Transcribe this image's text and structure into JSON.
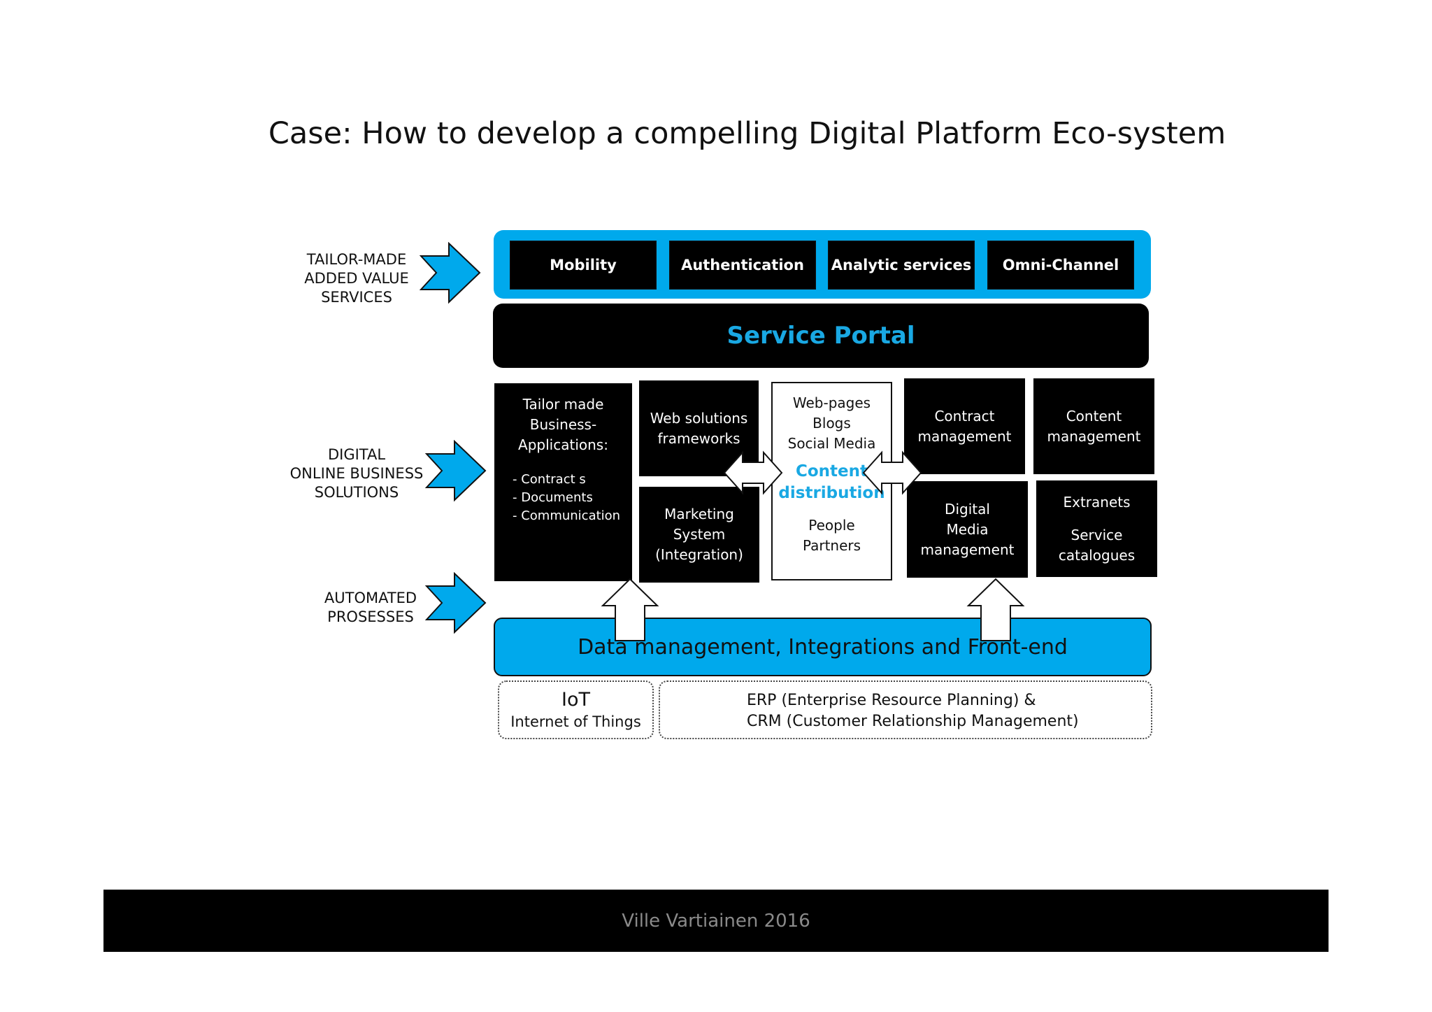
{
  "title": "Case: How to develop a compelling Digital Platform Eco-system",
  "side_labels": {
    "tailor_made": "TAILOR-MADE\nADDED VALUE\nSERVICES",
    "digital_online": "DIGITAL\nONLINE BUSINESS\nSOLUTIONS",
    "automated": "AUTOMATED\nPROSESSES"
  },
  "services": [
    "Mobility",
    "Authentication",
    "Analytic services",
    "Omni-Channel"
  ],
  "service_portal": "Service Portal",
  "blocks": {
    "tailor_made_apps_title": "Tailor made\nBusiness-\nApplications:",
    "tailor_made_apps_items": "- Contract s\n- Documents\n- Communication",
    "web_solutions": "Web solutions\nframeworks",
    "marketing_system": "Marketing\nSystem\n(Integration)",
    "content_top": "Web-pages\nBlogs\nSocial Media",
    "content_distribution": "Content\ndistribution",
    "content_bottom": "People\nPartners",
    "contract_management": "Contract\nmanagement",
    "content_management": "Content\nmanagement",
    "digital_media": "Digital\nMedia\nmanagement",
    "extranets": "Extranets",
    "service_catalogues": "Service\ncatalogues"
  },
  "data_management": "Data management, Integrations and Front-end",
  "iot": {
    "title": "IoT",
    "subtitle": "Internet of Things"
  },
  "erp_crm": "ERP (Enterprise Resource Planning) &\nCRM (Customer Relationship Management)",
  "footer": "Ville Vartiainen 2016",
  "colors": {
    "accent_blue": "#00a9ec",
    "portal_text": "#19a8e3",
    "black": "#000000"
  }
}
